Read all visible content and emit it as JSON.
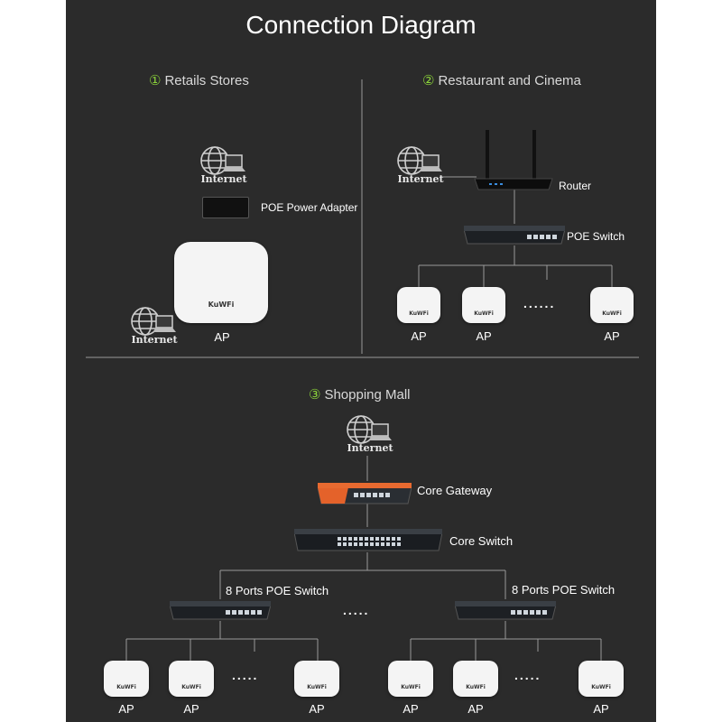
{
  "title": "Connection Diagram",
  "sections": {
    "retail": {
      "num": "①",
      "label": "Retails Stores"
    },
    "restaurant": {
      "num": "②",
      "label": "Restaurant and Cinema"
    },
    "mall": {
      "num": "③",
      "label": "Shopping Mall"
    }
  },
  "labels": {
    "internet": "Internet",
    "poe_adapter": "POE Power Adapter",
    "ap": "AP",
    "router": "Router",
    "poe_switch": "POE Switch",
    "core_gateway": "Core Gateway",
    "core_switch": "Core Switch",
    "poe8": "8 Ports POE Switch",
    "ellipsis": "......",
    "ellipsis_small": "....."
  },
  "brand": "KuWFi",
  "colors": {
    "background": "#2b2b2b",
    "accent_number": "#8bd43a",
    "line": "#9a9a9a"
  }
}
